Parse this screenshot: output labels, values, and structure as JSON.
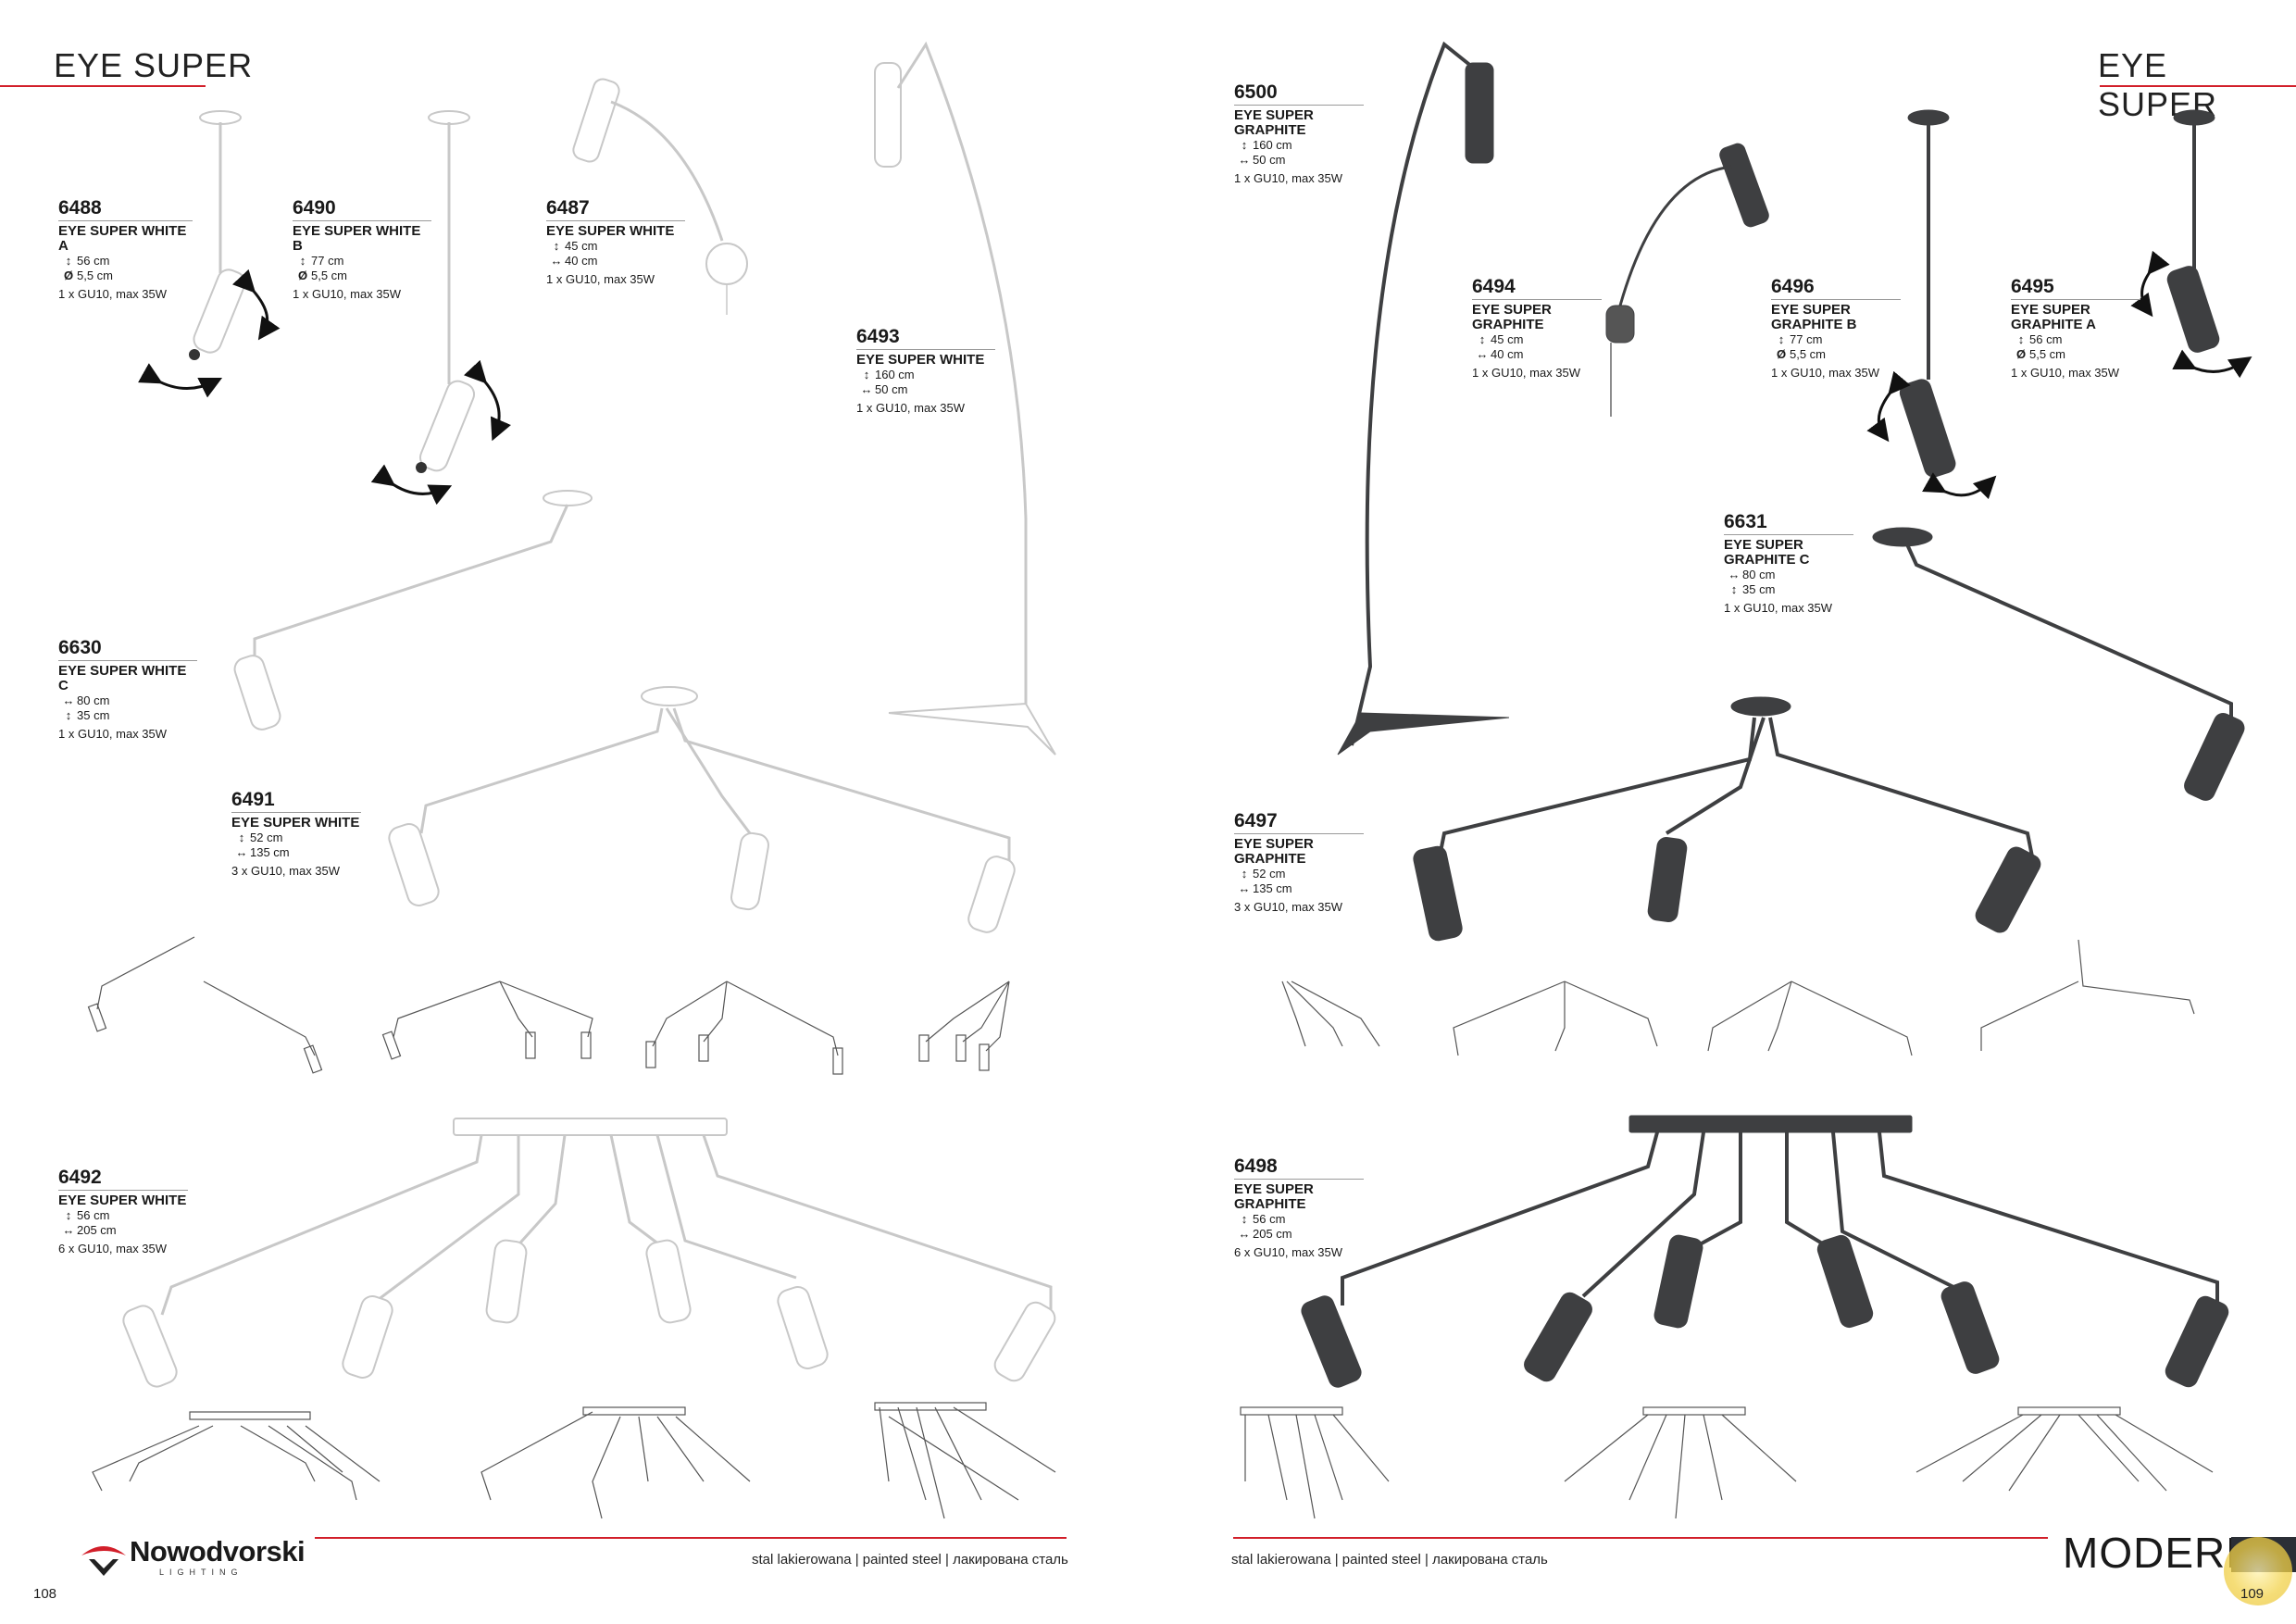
{
  "header": {
    "left_title": "EYE SUPER",
    "right_title": "EYE SUPER"
  },
  "products": {
    "p6488": {
      "code": "6488",
      "name": "EYE SUPER WHITE A",
      "specs": [
        {
          "icon": "height-icon",
          "sym": "↕",
          "text": "56 cm"
        },
        {
          "icon": "diameter-icon",
          "sym": "Ø",
          "text": "5,5 cm"
        }
      ],
      "power": "1 x GU10, max 35W"
    },
    "p6490": {
      "code": "6490",
      "name": "EYE SUPER WHITE B",
      "specs": [
        {
          "icon": "height-icon",
          "sym": "↕",
          "text": "77 cm"
        },
        {
          "icon": "diameter-icon",
          "sym": "Ø",
          "text": "5,5 cm"
        }
      ],
      "power": "1 x GU10, max 35W"
    },
    "p6487": {
      "code": "6487",
      "name": "EYE SUPER WHITE",
      "specs": [
        {
          "icon": "height-icon",
          "sym": "↕",
          "text": "45 cm"
        },
        {
          "icon": "width-icon",
          "sym": "↔",
          "text": "40 cm"
        }
      ],
      "power": "1 x GU10, max 35W"
    },
    "p6493": {
      "code": "6493",
      "name": "EYE SUPER WHITE",
      "specs": [
        {
          "icon": "height-icon",
          "sym": "↕",
          "text": "160 cm"
        },
        {
          "icon": "width-icon",
          "sym": "↔",
          "text": "50 cm"
        }
      ],
      "power": "1 x GU10, max 35W"
    },
    "p6630": {
      "code": "6630",
      "name": "EYE SUPER WHITE C",
      "specs": [
        {
          "icon": "width-icon",
          "sym": "↔",
          "text": "80 cm"
        },
        {
          "icon": "height-icon",
          "sym": "↕",
          "text": "35 cm"
        }
      ],
      "power": "1 x GU10, max 35W"
    },
    "p6491": {
      "code": "6491",
      "name": "EYE SUPER WHITE",
      "specs": [
        {
          "icon": "height-icon",
          "sym": "↕",
          "text": "52 cm"
        },
        {
          "icon": "width-icon",
          "sym": "↔",
          "text": "135 cm"
        }
      ],
      "power": "3 x GU10, max 35W"
    },
    "p6492": {
      "code": "6492",
      "name": "EYE SUPER WHITE",
      "specs": [
        {
          "icon": "height-icon",
          "sym": "↕",
          "text": "56 cm"
        },
        {
          "icon": "width-icon",
          "sym": "↔",
          "text": "205 cm"
        }
      ],
      "power": "6 x GU10, max 35W"
    },
    "p6500": {
      "code": "6500",
      "name_lines": [
        "EYE SUPER",
        "GRAPHITE"
      ],
      "specs": [
        {
          "icon": "height-icon",
          "sym": "↕",
          "text": "160 cm"
        },
        {
          "icon": "width-icon",
          "sym": "↔",
          "text": "50 cm"
        }
      ],
      "power": "1 x GU10, max 35W"
    },
    "p6494": {
      "code": "6494",
      "name_lines": [
        "EYE SUPER",
        "GRAPHITE"
      ],
      "specs": [
        {
          "icon": "height-icon",
          "sym": "↕",
          "text": "45 cm"
        },
        {
          "icon": "width-icon",
          "sym": "↔",
          "text": "40 cm"
        }
      ],
      "power": "1 x GU10, max 35W"
    },
    "p6496": {
      "code": "6496",
      "name_lines": [
        "EYE SUPER",
        "GRAPHITE B"
      ],
      "specs": [
        {
          "icon": "height-icon",
          "sym": "↕",
          "text": "77 cm"
        },
        {
          "icon": "diameter-icon",
          "sym": "Ø",
          "text": "5,5 cm"
        }
      ],
      "power": "1 x GU10, max 35W"
    },
    "p6495": {
      "code": "6495",
      "name_lines": [
        "EYE SUPER",
        "GRAPHITE A"
      ],
      "specs": [
        {
          "icon": "height-icon",
          "sym": "↕",
          "text": "56 cm"
        },
        {
          "icon": "diameter-icon",
          "sym": "Ø",
          "text": "5,5 cm"
        }
      ],
      "power": "1 x GU10, max 35W"
    },
    "p6631": {
      "code": "6631",
      "name_lines": [
        "EYE SUPER",
        "GRAPHITE C"
      ],
      "specs": [
        {
          "icon": "width-icon",
          "sym": "↔",
          "text": "80 cm"
        },
        {
          "icon": "height-icon",
          "sym": "↕",
          "text": "35 cm"
        }
      ],
      "power": "1 x GU10, max 35W"
    },
    "p6497": {
      "code": "6497",
      "name_lines": [
        "EYE SUPER",
        "GRAPHITE"
      ],
      "specs": [
        {
          "icon": "height-icon",
          "sym": "↕",
          "text": "52 cm"
        },
        {
          "icon": "width-icon",
          "sym": "↔",
          "text": "135 cm"
        }
      ],
      "power": "3 x GU10, max 35W"
    },
    "p6498": {
      "code": "6498",
      "name_lines": [
        "EYE SUPER",
        "GRAPHITE"
      ],
      "specs": [
        {
          "icon": "height-icon",
          "sym": "↕",
          "text": "56 cm"
        },
        {
          "icon": "width-icon",
          "sym": "↔",
          "text": "205 cm"
        }
      ],
      "power": "6 x GU10, max 35W"
    }
  },
  "footer": {
    "brand_name": "Nowodvorski",
    "brand_sub": "LIGHTING",
    "material_left": "stal lakierowana | painted steel | лакирована сталь",
    "material_right": "stal lakierowana | painted steel | лакирована сталь",
    "page_left": "108",
    "page_right": "109",
    "category": "MODERN"
  },
  "colors": {
    "accent_red": "#d21f2a",
    "white_finish": "#ffffff",
    "graphite_finish": "#3e3f41"
  },
  "icons": [
    "height-icon",
    "diameter-icon",
    "width-icon",
    "rotate-arrow-icon",
    "brand-logo-icon",
    "watermark-seal-icon"
  ]
}
